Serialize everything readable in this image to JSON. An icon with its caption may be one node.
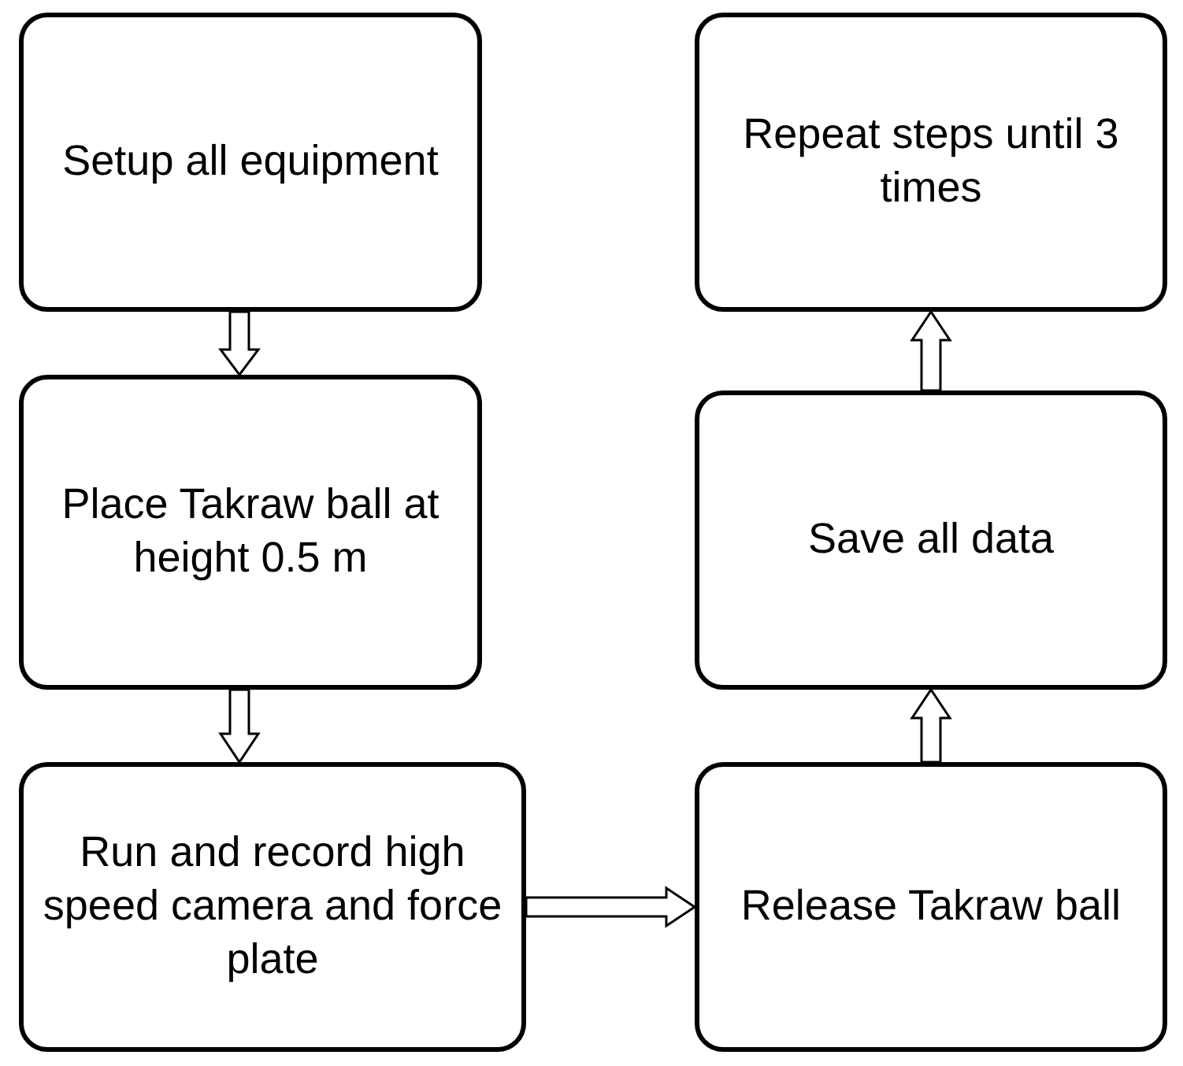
{
  "diagram": {
    "nodes": [
      {
        "text": [
          "Setup all equipment"
        ]
      },
      {
        "text": [
          "Place Takraw ball at height 0.5 m"
        ]
      },
      {
        "text": [
          "Run and record high speed camera and force plate"
        ]
      },
      {
        "text": [
          "Repeat steps until 3 times"
        ]
      },
      {
        "text": [
          "Save all data"
        ]
      },
      {
        "text": [
          "Release Takraw ball"
        ]
      }
    ],
    "edges": [
      {
        "from": 0,
        "to": 1,
        "arrow": "to"
      },
      {
        "from": 1,
        "to": 2,
        "arrow": "to"
      },
      {
        "from": 2,
        "to": 5,
        "arrow": "to"
      },
      {
        "from": 5,
        "to": 4,
        "arrow": "to"
      },
      {
        "from": 4,
        "to": 3,
        "arrow": "to"
      }
    ]
  }
}
